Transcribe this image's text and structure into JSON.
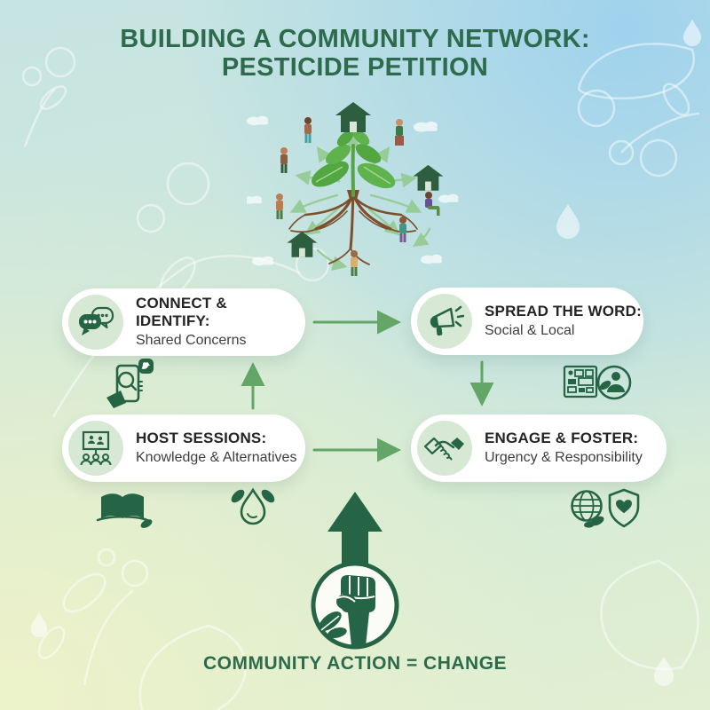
{
  "title": {
    "line1": "BUILDING A COMMUNITY NETWORK:",
    "line2": "PESTICIDE PETITION"
  },
  "center_illustration": {
    "description": "seedling with roots connecting people and houses by curved arrows",
    "elements": [
      "seedling-plant",
      "roots",
      "houses",
      "people-figures",
      "connection-arrows",
      "clouds"
    ]
  },
  "steps": [
    {
      "title": "CONNECT & IDENTIFY:",
      "subtitle": "Shared Concerns",
      "icon": "chat-bubbles-icon"
    },
    {
      "title": "SPREAD THE WORD:",
      "subtitle": "Social & Local",
      "icon": "megaphone-icon"
    },
    {
      "title": "HOST SESSIONS:",
      "subtitle": "Knowledge & Alternatives",
      "icon": "presentation-icon"
    },
    {
      "title": "ENGAGE & FOSTER:",
      "subtitle": "Urgency & Responsibility",
      "icon": "handshake-icon"
    }
  ],
  "decor_icons": [
    "phone-search-icon",
    "twitter-icon",
    "flyer-icon",
    "person-leaf-icon",
    "book-leaf-icon",
    "water-drop-leaves-icon",
    "globe-leaf-icon",
    "shield-heart-icon"
  ],
  "footer": {
    "caption": "COMMUNITY ACTION = CHANGE",
    "icon": "raised-fist-icon"
  },
  "colors": {
    "heading_green": "#2d6b4c",
    "icon_green": "#266446",
    "house_green": "#2c5e3f",
    "flow_arrow_green": "#64a668",
    "light_arrow_green": "#97cb97",
    "icon_circle_bg": "#d7e9d5",
    "card_bg": "#ffffff",
    "leaf_green": "#57ab46",
    "root_brown": "#7d4f2c"
  }
}
